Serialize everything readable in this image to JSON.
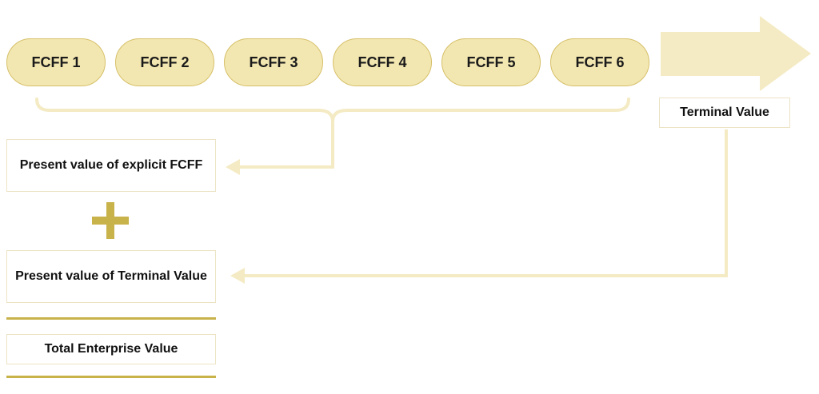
{
  "pills": [
    {
      "label": "FCFF 1"
    },
    {
      "label": "FCFF 2"
    },
    {
      "label": "FCFF 3"
    },
    {
      "label": "FCFF 4"
    },
    {
      "label": "FCFF 5"
    },
    {
      "label": "FCFF 6"
    }
  ],
  "terminal_value_label": "Terminal Value",
  "pv_explicit_label": "Present value of explicit FCFF",
  "operator_symbol": "plus",
  "pv_terminal_label": "Present value of Terminal Value",
  "total_label": "Total Enterprise Value",
  "colors": {
    "pill_fill": "#f3e7b1",
    "pill_border": "#d6c06a",
    "connector": "#f4ebc4",
    "accent_gold": "#c8b24a"
  }
}
